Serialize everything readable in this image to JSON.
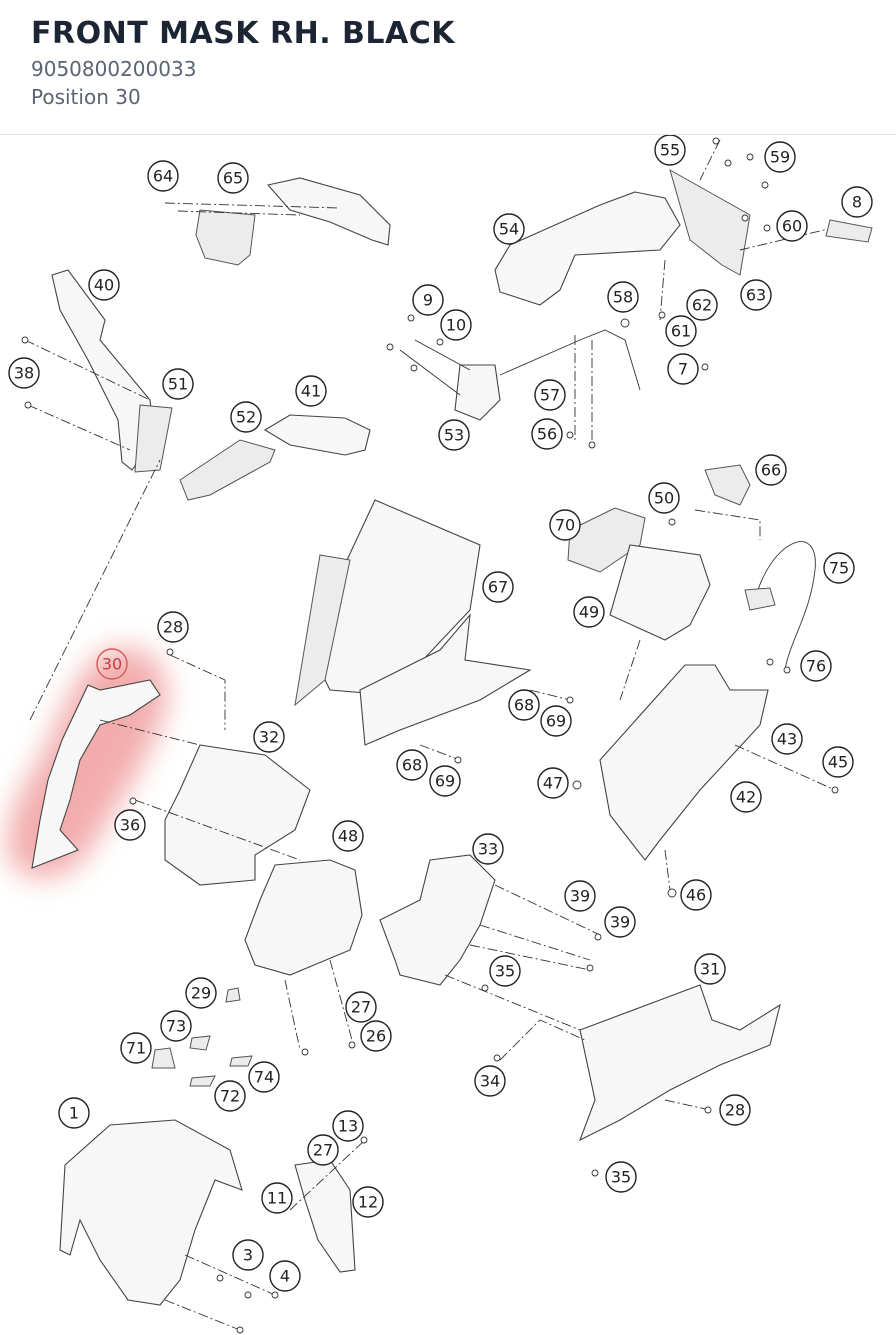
{
  "header": {
    "title": "FRONT MASK RH. BLACK",
    "part_number": "9050800200033",
    "position_label": "Position 30"
  },
  "diagram": {
    "highlight_color": "#e86a6a",
    "highlighted_callout": "30",
    "callouts": [
      {
        "label": "64"
      },
      {
        "label": "65"
      },
      {
        "label": "55"
      },
      {
        "label": "59"
      },
      {
        "label": "8"
      },
      {
        "label": "54"
      },
      {
        "label": "60"
      },
      {
        "label": "63"
      },
      {
        "label": "40"
      },
      {
        "label": "9"
      },
      {
        "label": "58"
      },
      {
        "label": "62"
      },
      {
        "label": "10"
      },
      {
        "label": "61"
      },
      {
        "label": "38"
      },
      {
        "label": "7"
      },
      {
        "label": "51"
      },
      {
        "label": "41"
      },
      {
        "label": "57"
      },
      {
        "label": "52"
      },
      {
        "label": "53"
      },
      {
        "label": "56"
      },
      {
        "label": "66"
      },
      {
        "label": "50"
      },
      {
        "label": "70"
      },
      {
        "label": "75"
      },
      {
        "label": "67"
      },
      {
        "label": "49"
      },
      {
        "label": "28"
      },
      {
        "label": "30"
      },
      {
        "label": "76"
      },
      {
        "label": "68"
      },
      {
        "label": "69"
      },
      {
        "label": "32"
      },
      {
        "label": "43"
      },
      {
        "label": "45"
      },
      {
        "label": "68"
      },
      {
        "label": "69"
      },
      {
        "label": "47"
      },
      {
        "label": "42"
      },
      {
        "label": "36"
      },
      {
        "label": "48"
      },
      {
        "label": "33"
      },
      {
        "label": "46"
      },
      {
        "label": "39"
      },
      {
        "label": "39"
      },
      {
        "label": "35"
      },
      {
        "label": "31"
      },
      {
        "label": "29"
      },
      {
        "label": "27"
      },
      {
        "label": "73"
      },
      {
        "label": "26"
      },
      {
        "label": "71"
      },
      {
        "label": "74"
      },
      {
        "label": "34"
      },
      {
        "label": "72"
      },
      {
        "label": "28"
      },
      {
        "label": "1"
      },
      {
        "label": "13"
      },
      {
        "label": "27"
      },
      {
        "label": "12"
      },
      {
        "label": "11"
      },
      {
        "label": "35"
      },
      {
        "label": "3"
      },
      {
        "label": "4"
      }
    ]
  }
}
